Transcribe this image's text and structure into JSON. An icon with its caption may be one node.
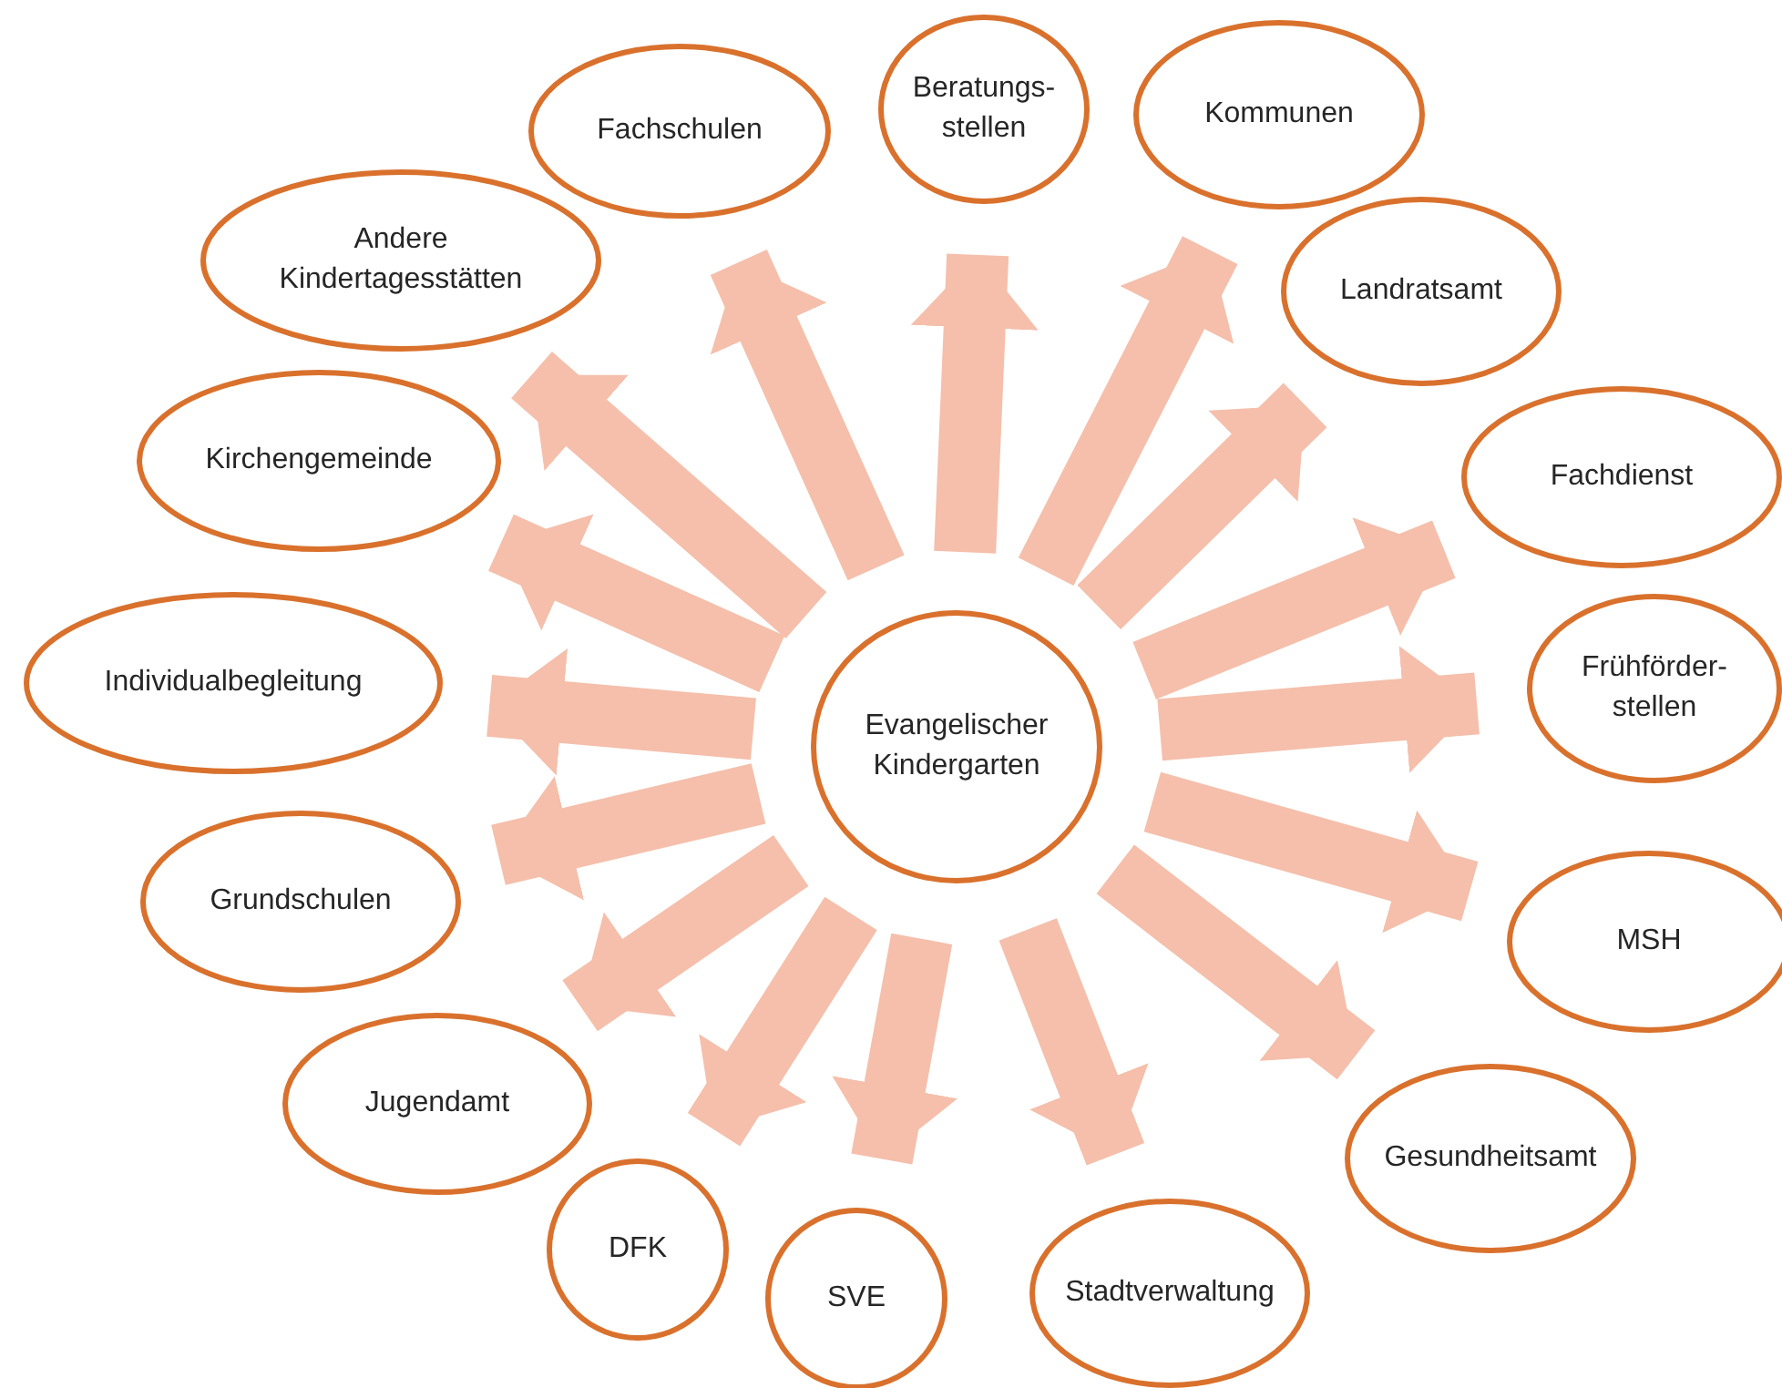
{
  "diagram": {
    "nodes": [
      {
        "text": [
          "Evangelischer Kindergarten"
        ]
      },
      {
        "text": [
          "Fachschulen"
        ]
      },
      {
        "text": [
          "Beratungs-stellen"
        ]
      },
      {
        "text": [
          "Kommunen"
        ]
      },
      {
        "text": [
          "Landratsamt"
        ]
      },
      {
        "text": [
          "Fachdienst"
        ]
      },
      {
        "text": [
          "Frühförder-stellen"
        ]
      },
      {
        "text": [
          "MSH"
        ]
      },
      {
        "text": [
          "Gesundheitsamt"
        ]
      },
      {
        "text": [
          "Stadtverwaltung"
        ]
      },
      {
        "text": [
          "SVE"
        ]
      },
      {
        "text": [
          "DFK"
        ]
      },
      {
        "text": [
          "Jugendamt"
        ]
      },
      {
        "text": [
          "Grundschulen"
        ]
      },
      {
        "text": [
          "Individualbegleitung"
        ]
      },
      {
        "text": [
          "Kirchengemeinde"
        ]
      },
      {
        "text": [
          "Andere Kindertagesstätten"
        ]
      }
    ],
    "edges": [
      {
        "from": 0,
        "to": 1,
        "arrow": "to"
      },
      {
        "from": 0,
        "to": 2,
        "arrow": "to"
      },
      {
        "from": 0,
        "to": 3,
        "arrow": "to"
      },
      {
        "from": 0,
        "to": 4,
        "arrow": "to"
      },
      {
        "from": 0,
        "to": 5,
        "arrow": "to"
      },
      {
        "from": 0,
        "to": 6,
        "arrow": "to"
      },
      {
        "from": 0,
        "to": 7,
        "arrow": "to"
      },
      {
        "from": 0,
        "to": 8,
        "arrow": "to"
      },
      {
        "from": 0,
        "to": 9,
        "arrow": "to"
      },
      {
        "from": 0,
        "to": 10,
        "arrow": "to"
      },
      {
        "from": 0,
        "to": 11,
        "arrow": "to"
      },
      {
        "from": 0,
        "to": 12,
        "arrow": "to"
      },
      {
        "from": 0,
        "to": 13,
        "arrow": "to"
      },
      {
        "from": 0,
        "to": 14,
        "arrow": "to"
      },
      {
        "from": 0,
        "to": 15,
        "arrow": "to"
      },
      {
        "from": 0,
        "to": 16,
        "arrow": "to"
      }
    ]
  }
}
